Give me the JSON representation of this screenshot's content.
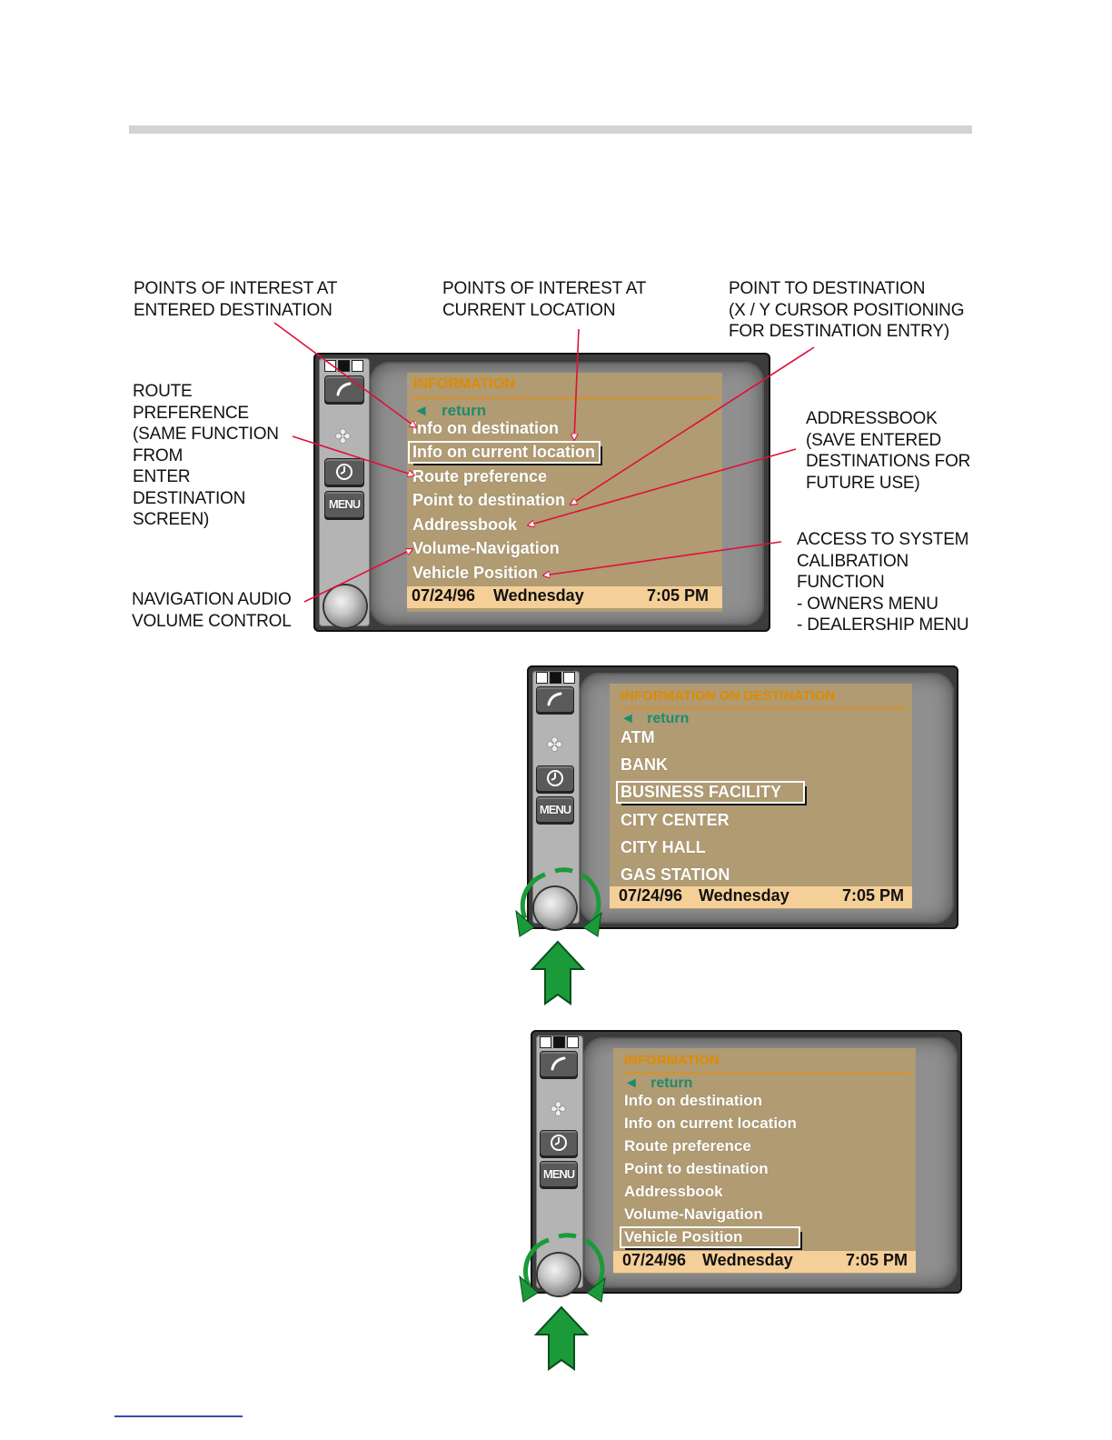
{
  "callouts": {
    "poi_entered": "POINTS OF INTEREST AT\nENTERED DESTINATION",
    "poi_current": "POINTS OF INTEREST AT\nCURRENT LOCATION",
    "point_to_destination": "POINT TO DESTINATION\n(X / Y CURSOR POSITIONING\nFOR DESTINATION ENTRY)",
    "route_preference": "ROUTE\nPREFERENCE\n(SAME FUNCTION\nFROM\nENTER\nDESTINATION\nSCREEN)",
    "addressbook": "ADDRESSBOOK\n(SAVE ENTERED\nDESTINATIONS FOR\nFUTURE USE)",
    "calibration": "ACCESS TO SYSTEM\nCALIBRATION\nFUNCTION\n- OWNERS MENU\n- DEALERSHIP MENU",
    "audio_volume": "NAVIGATION AUDIO\nVOLUME CONTROL"
  },
  "device": {
    "menu_label": "MENU",
    "icons": [
      "phone-icon",
      "fan-icon",
      "clock-icon",
      "menu-button",
      "rotary-knob"
    ]
  },
  "screens": [
    {
      "title": "INFORMATION",
      "return_label": "◄   return",
      "items": [
        "Info on destination",
        "Info on current location",
        "Route preference",
        "Point to destination",
        "Addressbook",
        "Volume-Navigation",
        "Vehicle Position"
      ],
      "selected_index": 1,
      "status": {
        "date": "07/24/96",
        "day": "Wednesday",
        "time": "7:05 PM"
      }
    },
    {
      "title": "INFORMATION ON DESTINATION",
      "return_label": "◄   return",
      "items": [
        "ATM",
        "BANK",
        "BUSINESS FACILITY",
        "CITY CENTER",
        "CITY HALL",
        "GAS STATION"
      ],
      "selected_index": 2,
      "status": {
        "date": "07/24/96",
        "day": "Wednesday",
        "time": "7:05 PM"
      }
    },
    {
      "title": "INFORMATION",
      "return_label": "◄   return",
      "items": [
        "Info on destination",
        "Info on current location",
        "Route preference",
        "Point to destination",
        "Addressbook",
        "Volume-Navigation",
        "Vehicle Position"
      ],
      "selected_index": 6,
      "status": {
        "date": "07/24/96",
        "day": "Wednesday",
        "time": "7:05 PM"
      }
    }
  ],
  "colors": {
    "screen_bg": "#b09b73",
    "title": "#e08a00",
    "return": "#1e8b6e",
    "status_bg": "#f5cf98",
    "arrow_green": "#1b9a3a",
    "callout_line": "#e0103a"
  }
}
